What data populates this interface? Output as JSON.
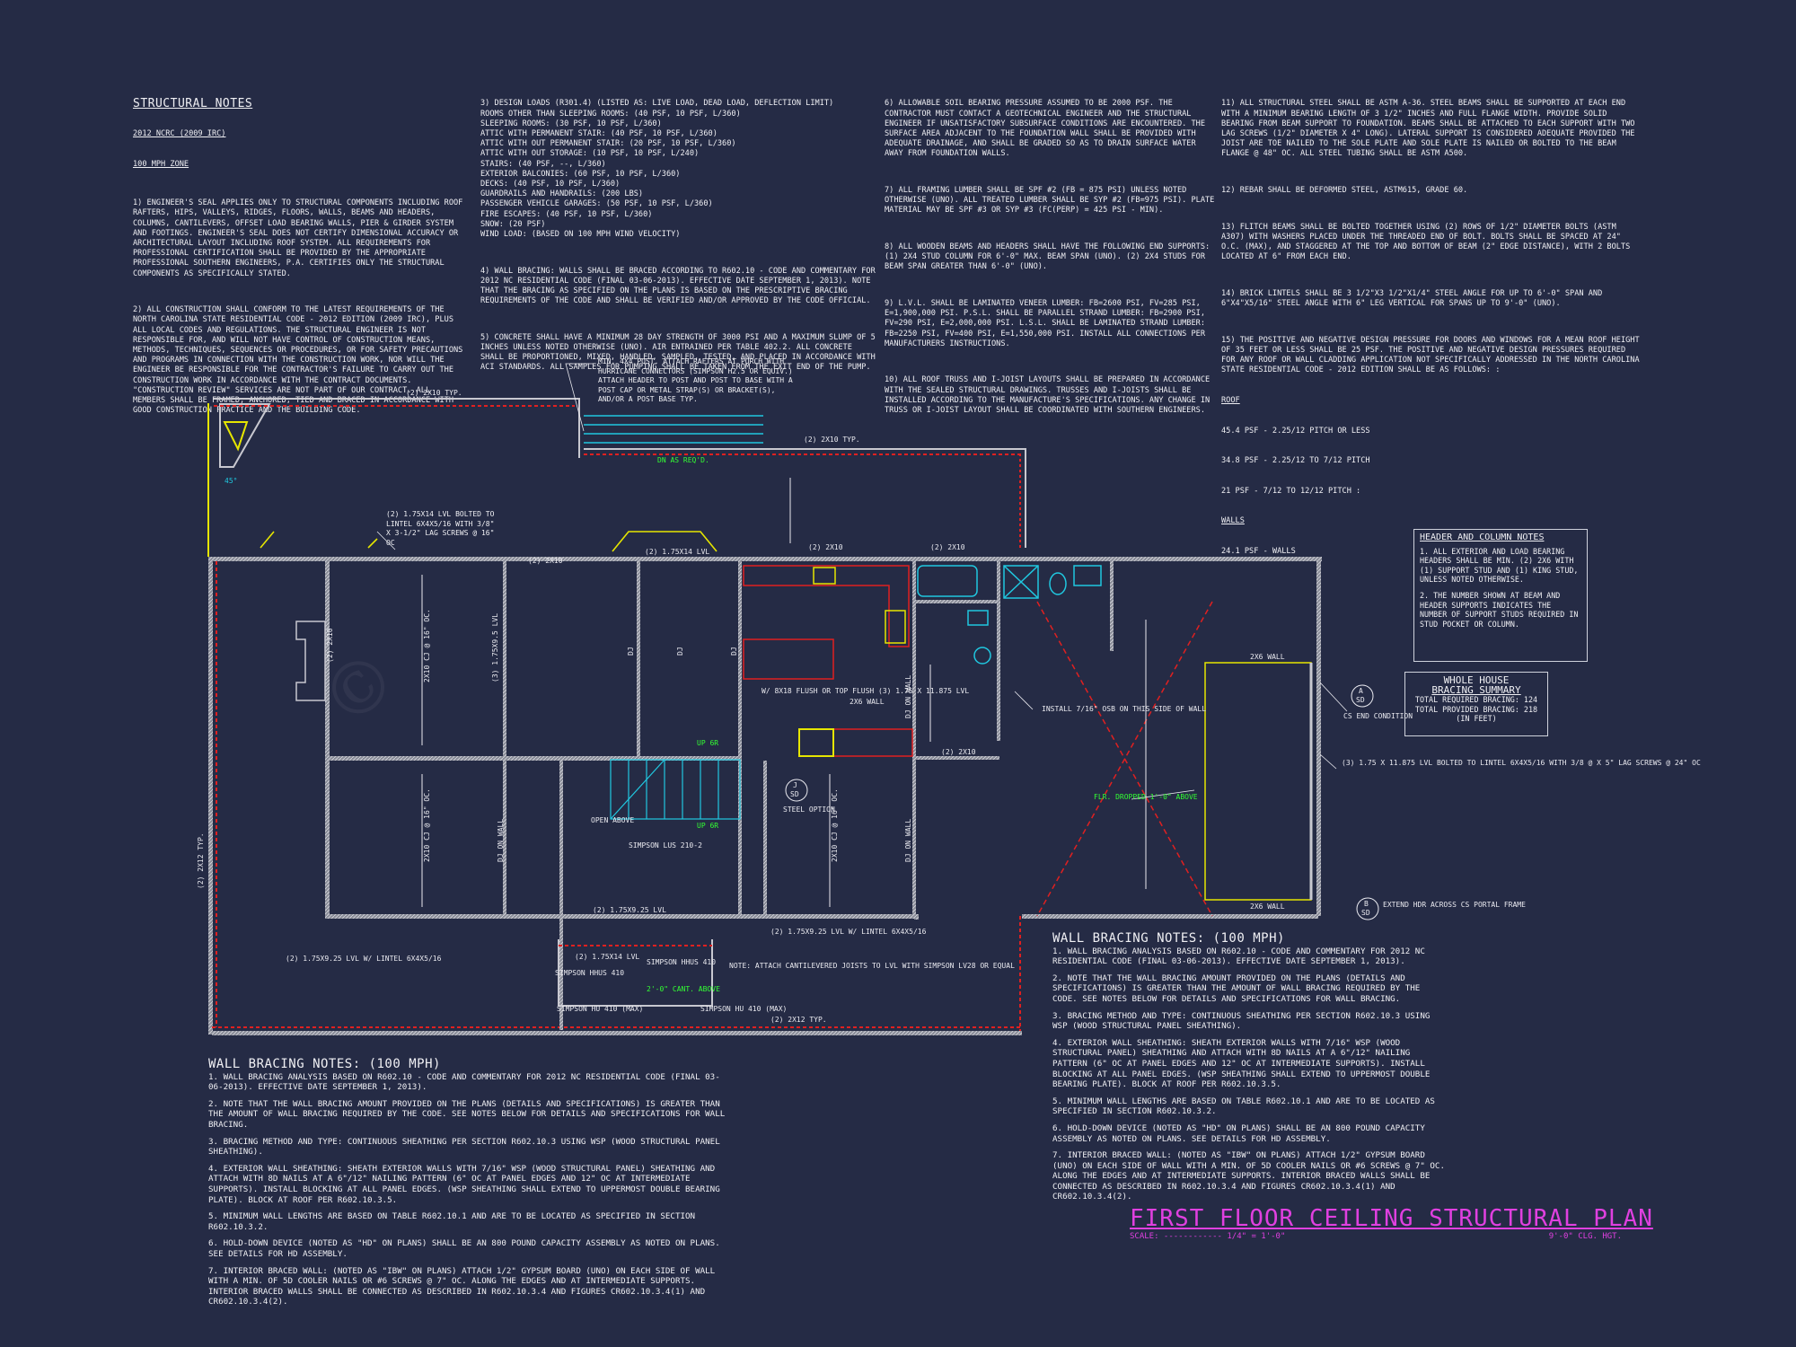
{
  "structural_notes": {
    "title": "STRUCTURAL NOTES",
    "code_line1": "2012 NCRC (2009 IRC)",
    "code_line2": "100 mph ZONE",
    "col1": [
      "1) ENGINEER'S SEAL APPLIES ONLY TO STRUCTURAL COMPONENTS INCLUDING ROOF RAFTERS, HIPS, VALLEYS, RIDGES, FLOORS, WALLS, BEAMS AND HEADERS, COLUMNS, CANTILEVERS, OFFSET LOAD BEARING WALLS, PIER & GIRDER SYSTEM AND FOOTINGS. ENGINEER'S SEAL DOES NOT CERTIFY DIMENSIONAL ACCURACY OR ARCHITECTURAL LAYOUT INCLUDING ROOF SYSTEM. ALL REQUIREMENTS FOR PROFESSIONAL CERTIFICATION SHALL BE PROVIDED BY THE APPROPRIATE PROFESSIONAL SOUTHERN ENGINEERS, P.A. CERTIFIES ONLY THE STRUCTURAL COMPONENTS AS SPECIFICALLY STATED.",
      "2) ALL CONSTRUCTION SHALL CONFORM TO THE LATEST REQUIREMENTS OF THE NORTH CAROLINA STATE RESIDENTIAL CODE - 2012 EDITION (2009 IRC), PLUS ALL LOCAL CODES AND REGULATIONS. THE STRUCTURAL ENGINEER IS NOT RESPONSIBLE FOR, AND WILL NOT HAVE CONTROL OF CONSTRUCTION MEANS, METHODS, TECHNIQUES, SEQUENCES OR PROCEDURES, OR FOR SAFETY PRECAUTIONS AND PROGRAMS IN CONNECTION WITH THE CONSTRUCTION WORK, NOR WILL THE ENGINEER BE RESPONSIBLE FOR THE CONTRACTOR'S FAILURE TO CARRY OUT THE CONSTRUCTION WORK IN ACCORDANCE WITH THE CONTRACT DOCUMENTS. \"CONSTRUCTION REVIEW\" SERVICES ARE NOT PART OF OUR CONTRACT. ALL MEMBERS SHALL BE FRAMED, ANCHORED, TIED AND BRACED IN ACCORDANCE WITH GOOD CONSTRUCTION PRACTICE AND THE BUILDING CODE."
    ],
    "col2": [
      "3) DESIGN LOADS (R301.4) (LISTED AS: LIVE LOAD, DEAD LOAD, DEFLECTION LIMIT)\nROOMS OTHER THAN SLEEPING ROOMS: (40 PSF, 10 PSF, L/360)\nSLEEPING ROOMS: (30 PSF, 10 PSF, L/360)\nATTIC WITH PERMANENT STAIR: (40 PSF, 10 PSF, L/360)\nATTIC WITH OUT PERMANENT STAIR: (20 PSF, 10 PSF, L/360)\nATTIC WITH OUT STORAGE: (10 PSF, 10 PSF, L/240)\nSTAIRS: (40 PSF, --, L/360)\nEXTERIOR BALCONIES: (60 PSF, 10 PSF, L/360)\nDECKS: (40 PSF, 10 PSF, L/360)\nGUARDRAILS AND HANDRAILS: (200 LBS)\nPASSENGER VEHICLE GARAGES: (50 PSF, 10 PSF, L/360)\nFIRE ESCAPES: (40 PSF, 10 PSF, L/360)\nSNOW: (20 PSF)\nWIND LOAD: (BASED ON 100 MPH WIND VELOCITY)",
      "4) WALL BRACING: WALLS SHALL BE BRACED ACCORDING TO R602.10 - CODE AND COMMENTARY FOR 2012 NC RESIDENTIAL CODE (FINAL 03-06-2013). EFFECTIVE DATE SEPTEMBER 1, 2013). NOTE THAT THE BRACING AS SPECIFIED ON THE PLANS IS BASED ON THE PRESCRIPTIVE BRACING REQUIREMENTS OF THE CODE AND SHALL BE VERIFIED AND/OR APPROVED BY THE CODE OFFICIAL.",
      "5) CONCRETE SHALL HAVE A MINIMUM 28 DAY STRENGTH OF 3000 PSI AND A MAXIMUM SLUMP OF 5 INCHES UNLESS NOTED OTHERWISE (UNO). AIR ENTRAINED PER TABLE 402.2. ALL CONCRETE SHALL BE PROPORTIONED, MIXED, HANDLED, SAMPLED, TESTED, AND PLACED IN ACCORDANCE WITH ACI STANDARDS. ALL SAMPLES FOR PUMPING SHALL BE TAKEN FROM THE EXIT END OF THE PUMP."
    ],
    "col3": [
      "6) ALLOWABLE SOIL BEARING PRESSURE ASSUMED TO BE 2000 PSF. THE CONTRACTOR MUST CONTACT A GEOTECHNICAL ENGINEER AND THE STRUCTURAL ENGINEER IF UNSATISFACTORY SUBSURFACE CONDITIONS ARE ENCOUNTERED. THE SURFACE AREA ADJACENT TO THE FOUNDATION WALL SHALL BE PROVIDED WITH ADEQUATE DRAINAGE, AND SHALL BE GRADED SO AS TO DRAIN SURFACE WATER AWAY FROM FOUNDATION WALLS.",
      "7) ALL FRAMING LUMBER SHALL BE SPF #2 (Fb = 875 PSI) UNLESS NOTED OTHERWISE (UNO). ALL TREATED LUMBER SHALL BE SYP #2 (Fb=975 PSI). PLATE MATERIAL MAY BE SPF #3 OR SYP #3 (Fc(perp) = 425 PSI - MIN).",
      "8) ALL WOODEN BEAMS AND HEADERS SHALL HAVE THE FOLLOWING END SUPPORTS: (1) 2x4 STUD COLUMN FOR 6'-0\" MAX. BEAM SPAN (UNO). (2) 2x4 STUDS FOR BEAM SPAN GREATER THAN 6'-0\" (UNO).",
      "9) L.V.L. SHALL BE LAMINATED VENEER LUMBER: Fb=2600 PSI, Fv=285 PSI, E=1,900,000 PSI. P.S.L. SHALL BE PARALLEL STRAND LUMBER: Fb=2900 PSI, Fv=290 PSI, E=2,000,000 PSI. L.S.L. SHALL BE LAMINATED STRAND LUMBER: Fb=2250 PSI, Fv=400 PSI, E=1,550,000 PSI. INSTALL ALL CONNECTIONS PER MANUFACTURERS INSTRUCTIONS.",
      "10) ALL ROOF TRUSS AND I-JOIST LAYOUTS SHALL BE PREPARED IN ACCORDANCE WITH THE SEALED STRUCTURAL DRAWINGS. TRUSSES AND I-JOISTS SHALL BE INSTALLED ACCORDING TO THE MANUFACTURE'S SPECIFICATIONS. ANY CHANGE IN TRUSS OR I-JOIST LAYOUT SHALL BE COORDINATED WITH SOUTHERN ENGINEERS."
    ],
    "col4": [
      "11) ALL STRUCTURAL STEEL SHALL BE ASTM A-36. STEEL BEAMS SHALL BE SUPPORTED AT EACH END WITH A MINIMUM BEARING LENGTH OF 3 1/2\" INCHES AND FULL FLANGE WIDTH. PROVIDE SOLID BEARING FROM BEAM SUPPORT TO FOUNDATION. BEAMS SHALL BE ATTACHED TO EACH SUPPORT WITH TWO LAG SCREWS (1/2\" DIAMETER x 4\" LONG). LATERAL SUPPORT IS CONSIDERED ADEQUATE PROVIDED THE JOIST ARE TOE NAILED TO THE SOLE PLATE AND SOLE PLATE IS NAILED OR BOLTED TO THE BEAM FLANGE @ 48\" OC. ALL STEEL TUBING SHALL BE ASTM A500.",
      "12) REBAR SHALL BE DEFORMED STEEL, ASTM615, GRADE 60.",
      "13) FLITCH BEAMS SHALL BE BOLTED TOGETHER USING (2) ROWS OF 1/2\" DIAMETER BOLTS (ASTM A307) WITH WASHERS PLACED UNDER THE THREADED END OF BOLT. BOLTS SHALL BE SPACED AT 24\" O.C. (MAX), AND STAGGERED AT THE TOP AND BOTTOM OF BEAM (2\" EDGE DISTANCE), WITH 2 BOLTS LOCATED AT 6\" FROM EACH END.",
      "14) BRICK LINTELS SHALL BE 3 1/2\"x3 1/2\"x1/4\" STEEL ANGLE FOR UP TO 6'-0\" SPAN AND 6\"x4\"x5/16\" STEEL ANGLE WITH 6\" LEG VERTICAL FOR SPANS UP TO 9'-0\" (UNO).",
      "15) THE POSITIVE AND NEGATIVE DESIGN PRESSURE FOR DOORS AND WINDOWS FOR A MEAN ROOF HEIGHT OF 35 FEET OR LESS SHALL BE 25 PSF. THE POSITIVE AND NEGATIVE DESIGN PRESSURES REQUIRED FOR ANY ROOF OR WALL CLADDING APPLICATION NOT SPECIFICALLY ADDRESSED IN THE NORTH CAROLINA STATE RESIDENTIAL CODE - 2012 EDITION SHALL BE AS FOLLOWS: :"
    ],
    "roof_label": "ROOF",
    "roof_lines": [
      "45.4 PSF - 2.25/12 PITCH OR LESS",
      "34.8 PSF - 2.25/12 TO 7/12 PITCH",
      "21 PSF - 7/12 TO 12/12 PITCH :"
    ],
    "walls_label": "WALLS",
    "walls_lines": [
      "24.1 PSF - WALLS"
    ]
  },
  "header_column_notes": {
    "title": "HEADER AND COLUMN NOTES",
    "items": [
      "1. ALL EXTERIOR AND LOAD BEARING HEADERS SHALL BE MIN. (2) 2x6 WITH (1) SUPPORT STUD AND (1) KING STUD, UNLESS NOTED OTHERWISE.",
      "2. THE NUMBER SHOWN AT BEAM AND HEADER SUPPORTS INDICATES THE NUMBER OF SUPPORT STUDS REQUIRED IN STUD POCKET OR COLUMN."
    ]
  },
  "bracing_summary": {
    "title1": "WHOLE HOUSE",
    "title2": "BRACING SUMMARY",
    "line1": "TOTAL REQUIRED BRACING: 124",
    "line2": "TOTAL PROVIDED BRACING: 218",
    "line3": "(IN FEET)"
  },
  "wall_bracing_left": {
    "title": "WALL BRACING NOTES: (100 MPH)",
    "items": [
      "1. WALL BRACING ANALYSIS BASED ON R602.10 - CODE AND COMMENTARY FOR 2012 NC RESIDENTIAL CODE (FINAL 03-06-2013). EFFECTIVE DATE SEPTEMBER 1, 2013).",
      "2. NOTE THAT THE WALL BRACING AMOUNT PROVIDED ON THE PLANS (DETAILS AND SPECIFICATIONS) IS GREATER THAN THE AMOUNT OF WALL BRACING REQUIRED BY THE CODE. SEE NOTES BELOW FOR DETAILS AND SPECIFICATIONS FOR WALL BRACING.",
      "3. BRACING METHOD AND TYPE: CONTINUOUS SHEATHING PER SECTION R602.10.3 USING WSP (WOOD STRUCTURAL PANEL SHEATHING).",
      "4. EXTERIOR WALL SHEATHING: SHEATH EXTERIOR WALLS WITH 7/16\" WSP (WOOD STRUCTURAL PANEL) SHEATHING AND ATTACH WITH 8d NAILS AT A 6\"/12\" NAILING PATTERN (6\" OC AT PANEL EDGES AND 12\" OC AT INTERMEDIATE SUPPORTS). INSTALL BLOCKING AT ALL PANEL EDGES. (WSP SHEATHING SHALL EXTEND TO UPPERMOST DOUBLE BEARING PLATE). BLOCK AT ROOF PER R602.10.3.5.",
      "5. MINIMUM WALL LENGTHS ARE BASED ON TABLE R602.10.1 AND ARE TO BE LOCATED AS SPECIFIED IN SECTION R602.10.3.2.",
      "6. HOLD-DOWN DEVICE (NOTED AS \"HD\" ON PLANS) SHALL BE AN 800 POUND CAPACITY ASSEMBLY AS NOTED ON PLANS. SEE DETAILS FOR HD ASSEMBLY.",
      "7. INTERIOR BRACED WALL: (NOTED AS \"IBW\" ON PLANS) ATTACH 1/2\" GYPSUM BOARD (UNO) ON EACH SIDE OF WALL WITH A MIN. OF 5d COOLER NAILS OR #6 SCREWS @ 7\" OC. ALONG THE EDGES AND AT INTERMEDIATE SUPPORTS. INTERIOR BRACED WALLS SHALL BE CONNECTED AS DESCRIBED IN R602.10.3.4 AND FIGURES CR602.10.3.4(1) AND CR602.10.3.4(2)."
    ]
  },
  "wall_bracing_right": {
    "title": "WALL BRACING NOTES: (100 MPH)",
    "items": [
      "1. WALL BRACING ANALYSIS BASED ON R602.10 - CODE AND COMMENTARY FOR 2012 NC RESIDENTIAL CODE (FINAL 03-06-2013). EFFECTIVE DATE SEPTEMBER 1, 2013).",
      "2. NOTE THAT THE WALL BRACING AMOUNT PROVIDED ON THE PLANS (DETAILS AND SPECIFICATIONS) IS GREATER THAN THE AMOUNT OF WALL BRACING REQUIRED BY THE CODE. SEE NOTES BELOW FOR DETAILS AND SPECIFICATIONS FOR WALL BRACING.",
      "3. BRACING METHOD AND TYPE: CONTINUOUS SHEATHING PER SECTION R602.10.3 USING WSP (WOOD STRUCTURAL PANEL SHEATHING).",
      "4. EXTERIOR WALL SHEATHING: SHEATH EXTERIOR WALLS WITH 7/16\" WSP (WOOD STRUCTURAL PANEL) SHEATHING AND ATTACH WITH 8d NAILS AT A 6\"/12\" NAILING PATTERN (6\" OC AT PANEL EDGES AND 12\" OC AT INTERMEDIATE SUPPORTS). INSTALL BLOCKING AT ALL PANEL EDGES. (WSP SHEATHING SHALL EXTEND TO UPPERMOST DOUBLE BEARING PLATE). BLOCK AT ROOF PER R602.10.3.5.",
      "5. MINIMUM WALL LENGTHS ARE BASED ON TABLE R602.10.1 AND ARE TO BE LOCATED AS SPECIFIED IN SECTION R602.10.3.2.",
      "6. HOLD-DOWN DEVICE (NOTED AS \"HD\" ON PLANS) SHALL BE AN 800 POUND CAPACITY ASSEMBLY AS NOTED ON PLANS. SEE DETAILS FOR HD ASSEMBLY.",
      "7. INTERIOR BRACED WALL: (NOTED AS \"IBW\" ON PLANS) ATTACH 1/2\" GYPSUM BOARD (UNO) ON EACH SIDE OF WALL WITH A MIN. OF 5d COOLER NAILS OR #6 SCREWS @ 7\" OC. ALONG THE EDGES AND AT INTERMEDIATE SUPPORTS. INTERIOR BRACED WALLS SHALL BE CONNECTED AS DESCRIBED IN R602.10.3.4 AND FIGURES CR602.10.3.4(1) AND CR602.10.3.4(2)."
    ]
  },
  "title_block": {
    "title": "FIRST FLOOR CEILING STRUCTURAL PLAN",
    "scale": "SCALE: ------------ 1/4\" = 1'-0\"",
    "height": "9'-0\" CLG. HGT."
  },
  "plan_labels": {
    "porch_post": "MIN. 4X4 POST. ATTACH RAFTERS AT PORCH WITH HURRICANE CONNECTORS (SIMPSON H2.5 OR EQUIV.) ATTACH HEADER TO POST AND POST TO BASE WITH A POST CAP OR METAL STRAP(S) OR BRACKET(S), AND/OR A POST BASE TYP.",
    "top_2x10_a": "(2) 2x10 TYP.",
    "top_2x10_b": "(2) 2x10 TYP.",
    "dn_as_reqd": "DN AS REQ'D.",
    "lvl_bolted": "(2) 1.75x14 LVL BOLTED TO LINTEL 6X4X5/16 WITH 3/8\" X 3-1/2\" LAG SCREWS @ 16\" OC",
    "hdr_2x10_1": "(2) 2x10",
    "hdr_lvl14": "(2) 1.75x14 LVL",
    "hdr_2x10_2": "(2) 2x10",
    "hdr_2x10_3": "(2) 2x10",
    "hdr_2x10_4": "(2) 2x10",
    "cj_1": "2x10 CJ @ 16\" OC.",
    "cj_2": "2x10 CJ @ 16\" OC.",
    "lvl_3": "(3) 1.75x9.5 LVL",
    "dj_1": "DJ",
    "dj_2": "DJ",
    "dj_3": "DJ",
    "cj_3": "2x10 CJ @ 16\" OC.",
    "flush_beam": "W/ 8X18 FLUSH OR TOP FLUSH (3) 1.75 X 11.875 LVL",
    "wall_2x6": "2x6 WALL",
    "up_6r_1": "UP 6R",
    "up_6r_2": "UP 6R",
    "open_above": "OPEN ABOVE",
    "simpson_lus": "SIMPSON LUS 210-2",
    "steel_opt": "STEEL OPTION",
    "dj_wall_1": "DJ ON WALL",
    "dj_wall_2": "DJ ON WALL",
    "dj_wall_3": "DJ ON WALL",
    "osb_note": "INSTALL 7/16\" OSB ON THIS SIDE OF WALL",
    "flr_dropped": "FLR. DROPPED 1'-0\" ABOVE",
    "hdr_2x10_5": "(2) 2x10",
    "lvl_right": "(3) 1.75 X 11.875 LVL BOLTED TO LINTEL 6X4X5/16 WITH 3/8 @ X 5\" LAG SCREWS @ 24\" OC",
    "cs_end": "CS END CONDITION",
    "ext_hdr": "EXTEND HDR ACROSS CS PORTAL FRAME",
    "wall_2x6_top": "2x6 WALL",
    "wall_2x6_bot": "2x6 WALL",
    "lvl_lintel": "(2) 1.75x9.25 LVL W/ LINTEL 6X4X5/16",
    "lvl_9_25": "(2) 1.75x9.25 LVL",
    "lvl_14_bot": "(2) 1.75x14 LVL",
    "lvl_9_25b": "(2) 1.75x9.25 LVL W/ LINTEL 6X4X5/16",
    "simpson_hhus_1": "SIMPSON HHUS 410",
    "simpson_hhus_2": "SIMPSON HHUS 410",
    "simpson_hu_1": "SIMPSON HU 410 (MAX)",
    "simpson_hu_2": "SIMPSON HU 410 (MAX)",
    "cant_above": "2'-0\" CANT. ABOVE",
    "cant_note": "NOTE: ATTACH CANTILEVERED JOISTS TO LVL WITH SIMPSON LV28 OR EQUAL",
    "bottom_2x12": "(2) 2x12 TYP.",
    "left_2x12": "(2) 2x12 TYP.",
    "left_2x10": "(2) 2x10",
    "angle45": "45°",
    "tag_a": "A",
    "tag_b": "B",
    "tag_j": "J",
    "tag_sd": "SD"
  },
  "colors": {
    "background": "#252b45",
    "wall": "#c8c8d0",
    "accent_magenta": "#e040e0",
    "accent_green": "#33ff33",
    "accent_yellow": "#e6e600",
    "accent_red": "#e02020",
    "accent_cyan": "#20c8e0"
  }
}
